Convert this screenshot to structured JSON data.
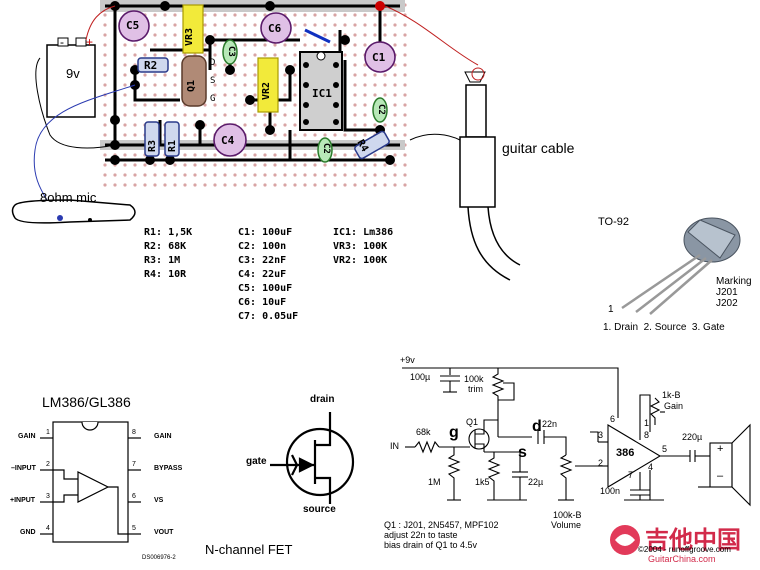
{
  "board": {
    "battery_label": "9v",
    "battery_minus": "-",
    "battery_plus": "+",
    "mic_label": "8ohm mic",
    "guitar_cable_label": "guitar cable",
    "components": {
      "c5": "C5",
      "vr3": "VR3",
      "c6": "C6",
      "c1": "C1",
      "r2": "R2",
      "q1": "Q1",
      "c3": "C3",
      "vr2": "VR2",
      "ic1": "IC1",
      "c2_top": "C2",
      "r3": "R3",
      "r1": "R1",
      "c4": "C4",
      "c2": "C2",
      "r4": "R4",
      "q1_d": "D",
      "q1_s": "S",
      "q1_g": "G"
    }
  },
  "parts_list": {
    "col1": [
      "R1: 1,5K",
      "R2: 68K",
      "R3: 1M",
      "R4: 10R"
    ],
    "col2": [
      "C1: 100uF",
      "C2: 100n",
      "C3: 22nF",
      "C4: 22uF",
      "C5: 100uF",
      "C6: 10uF",
      "C7: 0.05uF"
    ],
    "col3": [
      "IC1: Lm386",
      "VR3: 100K",
      "VR2: 100K"
    ]
  },
  "to92": {
    "title": "TO-92",
    "marking": [
      "Marking",
      "J201",
      "J202"
    ],
    "pin_one": "1",
    "pins": "1. Drain  2. Source  3. Gate"
  },
  "lm386": {
    "title": "LM386/GL386",
    "left_pins": [
      {
        "label": "GAIN",
        "num": "1"
      },
      {
        "label": "–INPUT",
        "num": "2"
      },
      {
        "label": "+INPUT",
        "num": "3"
      },
      {
        "label": "GND",
        "num": "4"
      }
    ],
    "right_pins": [
      {
        "label": "GAIN",
        "num": "8"
      },
      {
        "label": "BYPASS",
        "num": "7"
      },
      {
        "label": "VS",
        "num": "6"
      },
      {
        "label": "VOUT",
        "num": "5"
      }
    ],
    "code": "DS006976-2"
  },
  "fet": {
    "drain": "drain",
    "gate": "gate",
    "source": "source",
    "caption": "N-channel FET"
  },
  "schematic": {
    "supply": "+9v",
    "c_supply": "100µ",
    "trim": [
      "100k",
      "trim"
    ],
    "in": "IN",
    "r_in": "68k",
    "q1": "Q1",
    "g": "g",
    "d": "d",
    "s": "s",
    "c_couple": "22n",
    "r_gate": "1M",
    "r_source": "1k5",
    "c_source": "22µ",
    "vol": [
      "100k-B",
      "Volume"
    ],
    "gain": [
      "1k-B",
      "Gain"
    ],
    "amp": "386",
    "c_out": "220µ",
    "c_zobel": "100n",
    "spk_plus": "+",
    "spk_minus": "–",
    "pins": [
      "6",
      "3",
      "2",
      "8",
      "1",
      "5",
      "7",
      "4"
    ],
    "notes": [
      "Q1 : J201, 2N5457, MPF102",
      "adjust 22n to taste",
      "bias drain of Q1 to 4.5v"
    ]
  },
  "watermark": {
    "brand": "吉他中国",
    "copyright": "©2004 - runoffgroove.com",
    "site": "GuitarChina.com"
  }
}
